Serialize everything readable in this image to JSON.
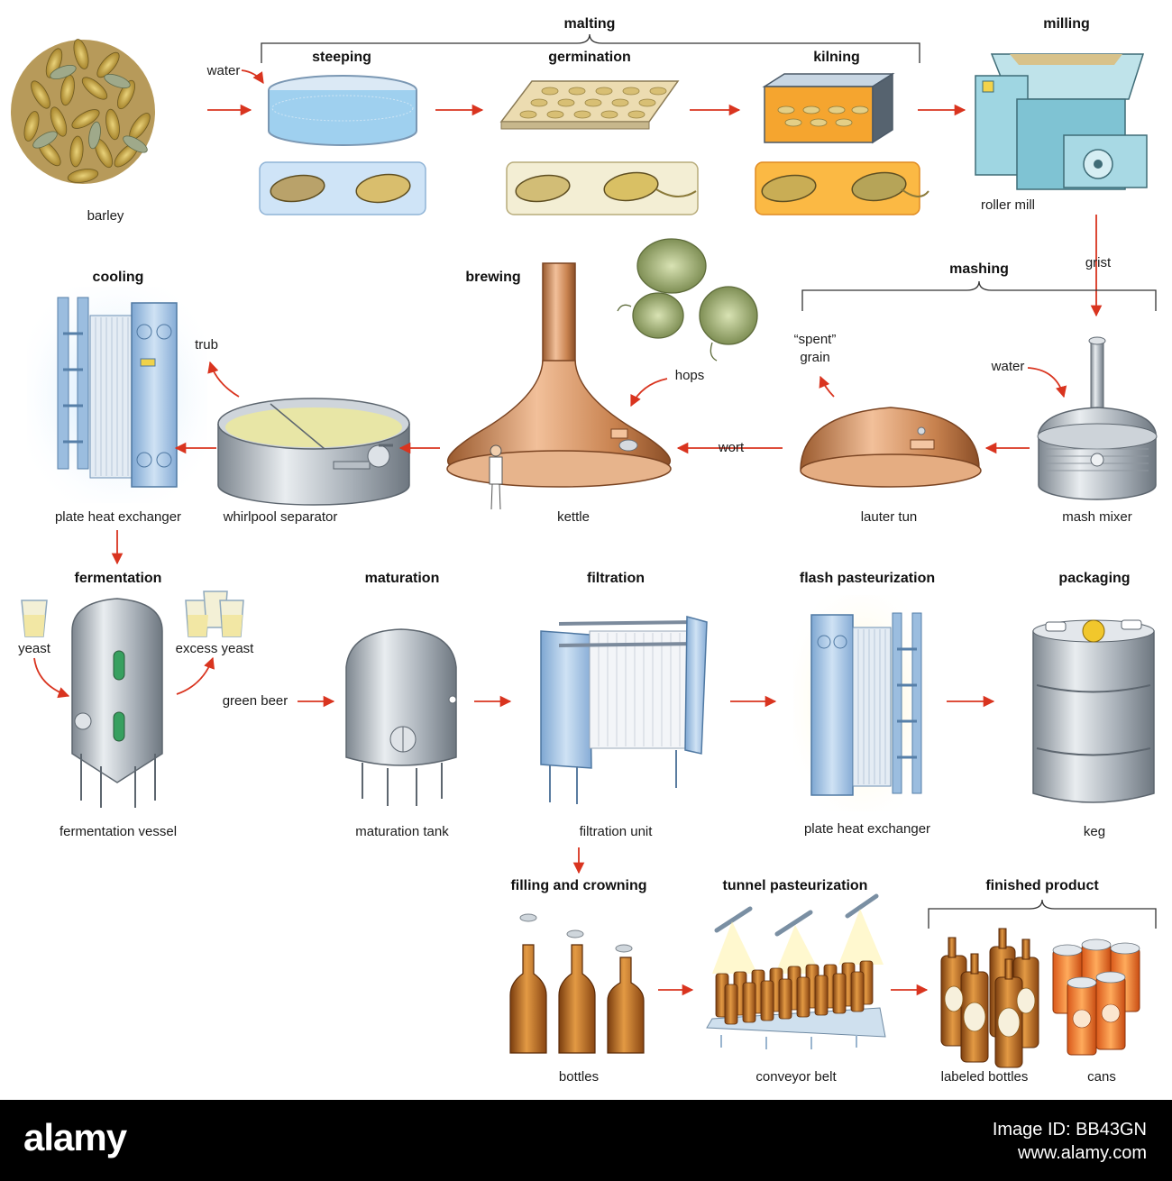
{
  "headings": {
    "malting": "malting",
    "milling": "milling",
    "steeping": "steeping",
    "germination": "germination",
    "kilning": "kilning",
    "mashing": "mashing",
    "cooling": "cooling",
    "brewing": "brewing",
    "fermentation": "fermentation",
    "maturation": "maturation",
    "filtration": "filtration",
    "flash_pasteurization": "flash pasteurization",
    "packaging": "packaging",
    "filling_and_crowning": "filling and crowning",
    "tunnel_pasteurization": "tunnel pasteurization",
    "finished_product": "finished product"
  },
  "labels": {
    "barley": "barley",
    "water_top": "water",
    "roller_mill": "roller mill",
    "grist": "grist",
    "spent": "“spent”",
    "grain": "grain",
    "water_mash": "water",
    "hops": "hops",
    "trub": "trub",
    "wort": "wort",
    "plate_heat_exchanger": "plate heat exchanger",
    "whirlpool_separator": "whirlpool separator",
    "kettle": "kettle",
    "lauter_tun": "lauter tun",
    "mash_mixer": "mash mixer",
    "yeast": "yeast",
    "excess_yeast": "excess yeast",
    "green_beer": "green beer",
    "fermentation_vessel": "fermentation vessel",
    "maturation_tank": "maturation tank",
    "filtration_unit": "filtration unit",
    "plate_heat_exchanger_2": "plate heat exchanger",
    "keg": "keg",
    "bottles": "bottles",
    "conveyor_belt": "conveyor belt",
    "labeled_bottles": "labeled bottles",
    "cans": "cans"
  },
  "stamp": {
    "logo": "alamy",
    "image_id_line": "Image ID: BB43GN",
    "site": "www.alamy.com"
  },
  "colors": {
    "arrow": "#d9341f",
    "copper": "#c87c4a",
    "steel": "#aab2ba",
    "blue_machine": "#a9c7e6",
    "amber_bottle": "#b8651c"
  }
}
